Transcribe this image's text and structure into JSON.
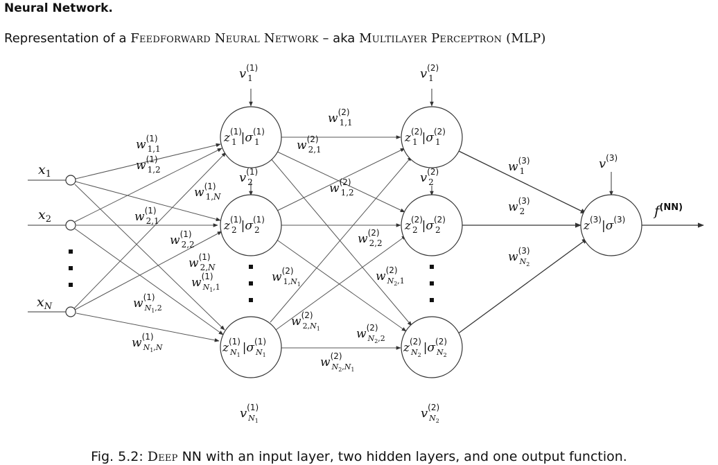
{
  "heading": "Neural Network.",
  "subtitle": {
    "prefix": "Representation of a ",
    "term1": "Feedforward Neural Network",
    "middle": " – aka ",
    "term2": "Multilayer Perceptron",
    "suffix": " (MLP)"
  },
  "caption": {
    "prefix": "Fig.  5.2: ",
    "term": "Deep",
    "suffix": " NN with an input layer, two hidden layers, and one output function."
  },
  "output_label": "f",
  "output_sup": "(NN)",
  "colors": {
    "stroke": "#333333",
    "text": "#111111",
    "background": "#ffffff"
  }
}
